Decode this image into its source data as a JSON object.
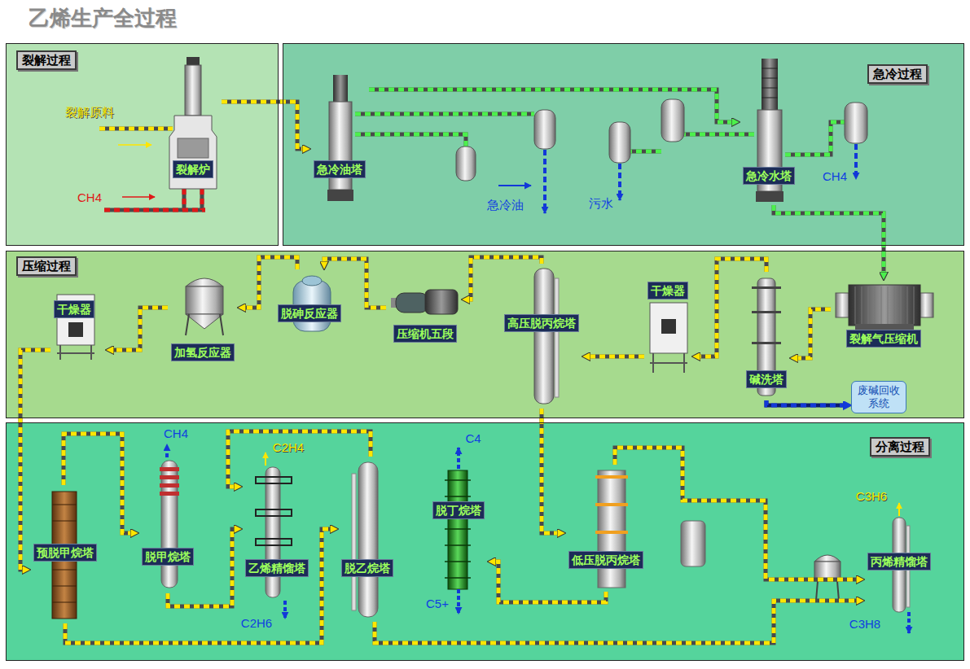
{
  "diagram": {
    "title": "乙烯生产全过程",
    "nodes": [
      {
        "text": [
          "裂解过程"
        ]
      },
      {
        "text": [
          "裂解炉"
        ],
        "in": 0
      },
      {
        "text": [
          "急冷过程"
        ]
      },
      {
        "text": [
          "急冷油塔"
        ],
        "in": 2
      },
      {
        "text": [
          "急冷水塔"
        ],
        "in": 2
      },
      {
        "text": [
          "压缩过程"
        ]
      },
      {
        "text": [
          "裂解气压缩机"
        ],
        "in": 5
      },
      {
        "text": [
          "碱洗塔"
        ],
        "in": 5
      },
      {
        "text": [
          "废碱回收系统"
        ],
        "in": 5
      },
      {
        "text": [
          "干燥器"
        ],
        "in": 5
      },
      {
        "text": [
          "高压脱丙烷塔"
        ],
        "in": 5
      },
      {
        "text": [
          "压缩机五段"
        ],
        "in": 5
      },
      {
        "text": [
          "脱砷反应器"
        ],
        "in": 5
      },
      {
        "text": [
          "加氢反应器"
        ],
        "in": 5
      },
      {
        "text": [
          "干燥器"
        ],
        "in": 5
      },
      {
        "text": [
          "分离过程"
        ]
      },
      {
        "text": [
          "预脱甲烷塔"
        ],
        "in": 15
      },
      {
        "text": [
          "脱甲烷塔"
        ],
        "in": 15
      },
      {
        "text": [
          "乙烯精馏塔"
        ],
        "in": 15
      },
      {
        "text": [
          "脱乙烷塔"
        ],
        "in": 15
      },
      {
        "text": [
          "脱丁烷塔"
        ],
        "in": 15
      },
      {
        "text": [
          "低压脱丙烷塔"
        ],
        "in": 15
      },
      {
        "text": [
          "丙烯精馏塔"
        ],
        "in": 15
      }
    ],
    "edges": [
      {
        "from": 1,
        "to": 3,
        "arrow": "to"
      },
      {
        "from": 3,
        "to": 4,
        "arrow": "to"
      },
      {
        "from": 4,
        "to": 6,
        "arrow": "to"
      },
      {
        "from": 6,
        "to": 7,
        "arrow": "to"
      },
      {
        "from": 7,
        "to": 8,
        "arrow": "to"
      },
      {
        "from": 7,
        "to": 9,
        "arrow": "to"
      },
      {
        "from": 9,
        "to": 10,
        "arrow": "to"
      },
      {
        "from": 10,
        "to": 11,
        "arrow": "to"
      },
      {
        "from": 11,
        "to": 12,
        "arrow": "to"
      },
      {
        "from": 12,
        "to": 13,
        "arrow": "to"
      },
      {
        "from": 13,
        "to": 14,
        "arrow": "to"
      },
      {
        "from": 14,
        "to": 16,
        "arrow": "to"
      },
      {
        "from": 16,
        "to": 17,
        "arrow": "to"
      },
      {
        "from": 16,
        "to": 19,
        "arrow": "to"
      },
      {
        "from": 17,
        "to": 18,
        "arrow": "to"
      },
      {
        "from": 19,
        "to": 18,
        "arrow": "to"
      },
      {
        "from": 19,
        "to": 22,
        "arrow": "to"
      },
      {
        "from": 10,
        "to": 21,
        "arrow": "to"
      },
      {
        "from": 21,
        "to": 20,
        "arrow": "to"
      },
      {
        "from": 21,
        "to": 22,
        "arrow": "to"
      }
    ],
    "labels": [
      "裂解原料",
      "CH4",
      "急冷油",
      "污水",
      "CH4",
      "CH4",
      "C2H4",
      "C2H6",
      "C4",
      "C5+",
      "C3H6",
      "C3H8"
    ]
  }
}
